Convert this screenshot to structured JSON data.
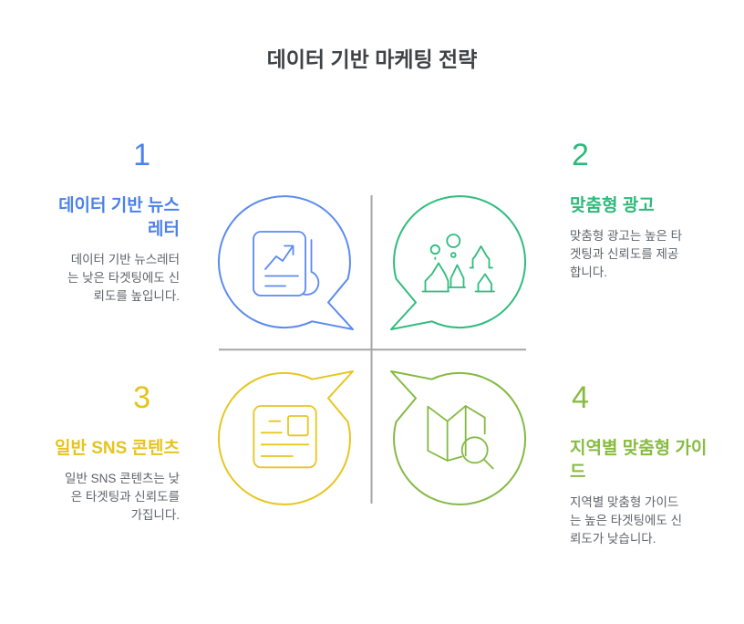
{
  "title": "데이터 기반 마케팅 전략",
  "sections": [
    {
      "number": "1",
      "title": "데이터 기반 뉴스\n레터",
      "description": "데이터 기반 뉴스레터\n는 낮은 타겟팅에도 신\n뢰도를 높입니다.",
      "accent_color": "#4b82e9",
      "icon": "report-chart-bubble-icon",
      "quadrant": "top-left"
    },
    {
      "number": "2",
      "title": "맞춤형 광고",
      "description": "맞춤형 광고는 높은 타\n겟팅과 신뢰도를 제공\n합니다.",
      "accent_color": "#2eb97b",
      "icon": "landscape-balloons-bubble-icon",
      "quadrant": "top-right"
    },
    {
      "number": "3",
      "title": "일반 SNS 콘텐츠",
      "description": "일반 SNS 콘텐츠는 낮\n은 타겟팅과 신뢰도를\n가집니다.",
      "accent_color": "#e5c41f",
      "icon": "news-post-bubble-icon",
      "quadrant": "bottom-left"
    },
    {
      "number": "4",
      "title": "지역별 맞춤형 가이드",
      "description": "지역별 맞춤형 가이드\n는 높은 타겟팅에도 신\n뢰도가 낮습니다.",
      "accent_color": "#87bc41",
      "icon": "map-search-bubble-icon",
      "quadrant": "bottom-right"
    }
  ],
  "figure": {
    "divider_color": "#a6a6a6",
    "heading_color": "#3f4347",
    "body_text_color": "#5f6368",
    "background_color": "#ffffff"
  }
}
